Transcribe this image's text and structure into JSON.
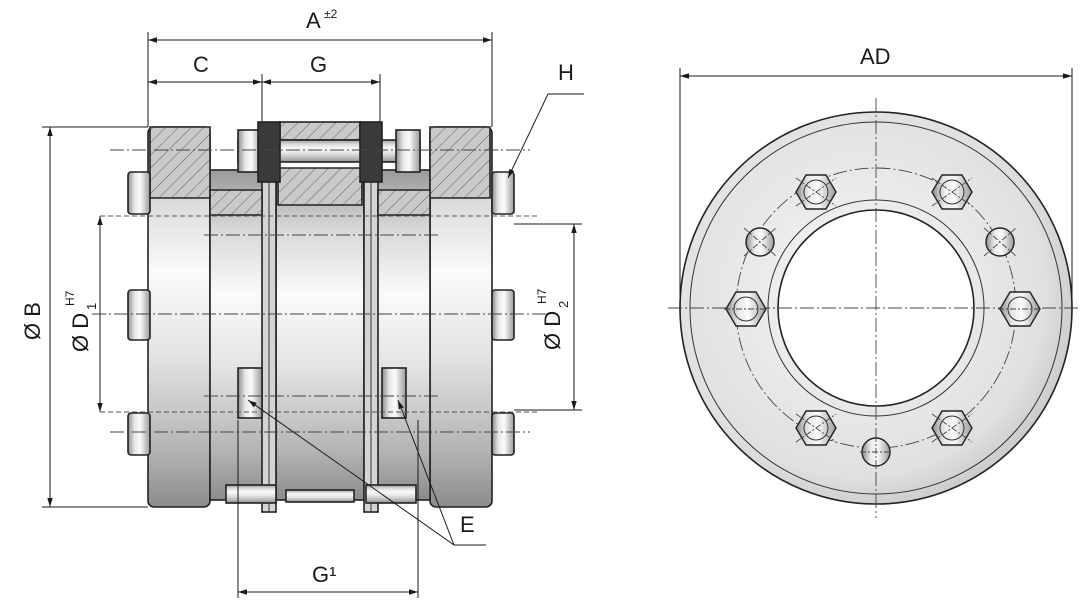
{
  "labels": {
    "a": "A",
    "a_sup": "±2",
    "c": "C",
    "g": "G",
    "h": "H",
    "b": "Ø B",
    "d1": "Ø D",
    "d1_sub": "1",
    "d1_sup": "H7",
    "d2": "Ø D",
    "d2_sub": "2",
    "d2_sup": "H7",
    "e": "E",
    "g1": "G¹",
    "ad": "AD"
  },
  "colors": {
    "metal_light": "#e8e8e8",
    "metal_mid": "#bdbdbd",
    "metal_dark": "#8a8a8a",
    "section_fill": "#c9c9c9",
    "line": "#1a1a1a"
  }
}
